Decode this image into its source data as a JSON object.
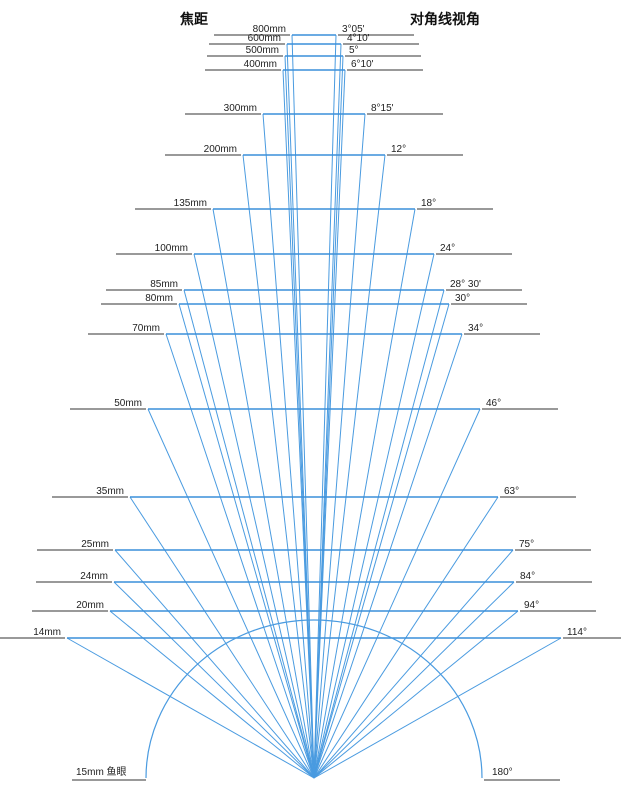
{
  "headers": {
    "focal_length": "焦距",
    "diagonal_angle": "对角线视角"
  },
  "colors": {
    "ray": "#4a9be0",
    "bar": "#3a8fda",
    "text": "#222222"
  },
  "lenses": [
    {
      "focal": "800mm",
      "angle": "3°05'"
    },
    {
      "focal": "600mm",
      "angle": "4°10'"
    },
    {
      "focal": "500mm",
      "angle": "5°"
    },
    {
      "focal": "400mm",
      "angle": "6°10'"
    },
    {
      "focal": "300mm",
      "angle": "8°15'"
    },
    {
      "focal": "200mm",
      "angle": "12°"
    },
    {
      "focal": "135mm",
      "angle": "18°"
    },
    {
      "focal": "100mm",
      "angle": "24°"
    },
    {
      "focal": "85mm",
      "angle": "28° 30'"
    },
    {
      "focal": "80mm",
      "angle": "30°"
    },
    {
      "focal": "70mm",
      "angle": "34°"
    },
    {
      "focal": "50mm",
      "angle": "46°"
    },
    {
      "focal": "35mm",
      "angle": "63°"
    },
    {
      "focal": "25mm",
      "angle": "75°"
    },
    {
      "focal": "24mm",
      "angle": "84°"
    },
    {
      "focal": "20mm",
      "angle": "94°"
    },
    {
      "focal": "14mm",
      "angle": "114°"
    }
  ],
  "fisheye": {
    "focal": "15mm 鱼眼",
    "angle": "180°"
  }
}
